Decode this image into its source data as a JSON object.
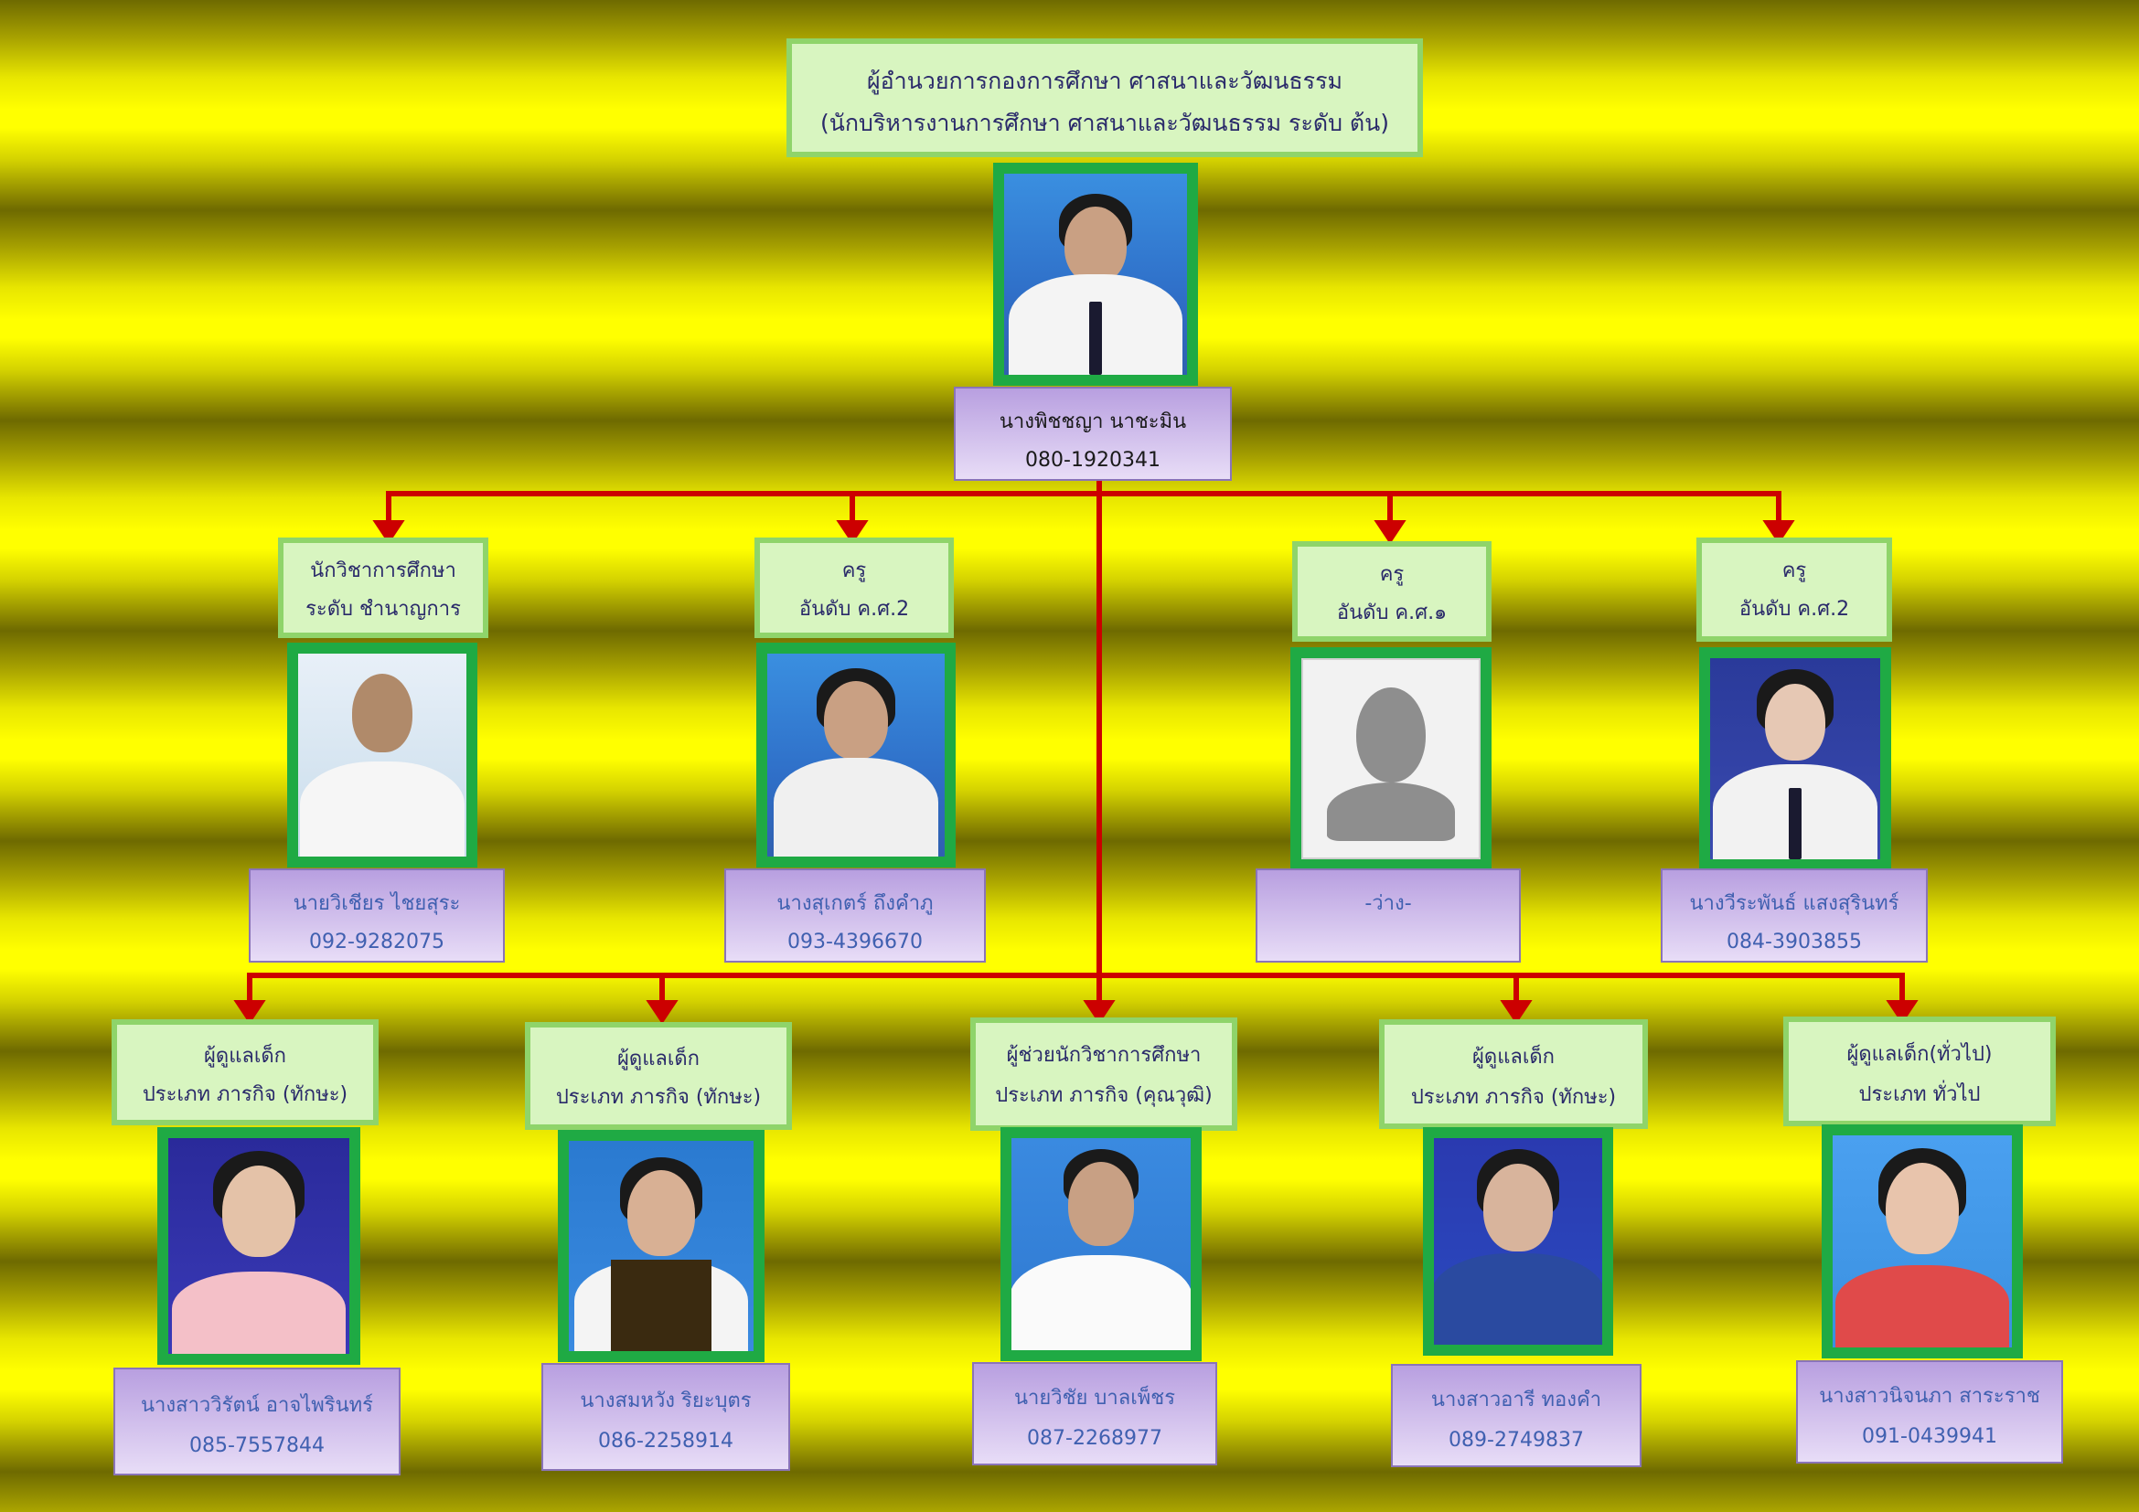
{
  "director": {
    "title_line1": "ผู้อำนวยการกองการศึกษา  ศาสนาและวัฒนธรรม",
    "title_line2": "(นักบริหารงานการศึกษา ศาสนาและวัฒนธรรม  ระดับ  ต้น)",
    "name": "นางพิชชญา   นาชะมิน",
    "phone": "080-1920341"
  },
  "row1": [
    {
      "title_line1": "นักวิชาการศึกษา",
      "title_line2": "ระดับ ชำนาญการ",
      "name": "นายวิเชียร   ไชยสุระ",
      "phone": "092-9282075"
    },
    {
      "title_line1": "ครู",
      "title_line2": "อันดับ ค.ศ.2",
      "name": "นางสุเกตร์   ถึงคำภู",
      "phone": "093-4396670"
    },
    {
      "title_line1": "ครู",
      "title_line2": "อันดับ ค.ศ.๑",
      "name": "-ว่าง-",
      "phone": ""
    },
    {
      "title_line1": "ครู",
      "title_line2": "อันดับ ค.ศ.2",
      "name": "นางวีระพันธ์  แสงสุรินทร์",
      "phone": "084-3903855"
    }
  ],
  "row2": [
    {
      "title_line1": "ผู้ดูแลเด็ก",
      "title_line2": "ประเภท ภารกิจ  (ทักษะ)",
      "name": "นางสาววิรัตน์   อาจไพรินทร์",
      "phone": "085-7557844"
    },
    {
      "title_line1": "ผู้ดูแลเด็ก",
      "title_line2": "ประเภท ภารกิจ  (ทักษะ)",
      "name": "นางสมหวัง  ริยะบุตร",
      "phone": "086-2258914"
    },
    {
      "title_line1": "ผู้ช่วยนักวิชาการศึกษา",
      "title_line2": "ประเภท ภารกิจ  (คุณวุฒิ)",
      "name": "นายวิชัย  บาลเพ็ชร",
      "phone": "087-2268977"
    },
    {
      "title_line1": "ผู้ดูแลเด็ก",
      "title_line2": "ประเภท ภารกิจ  (ทักษะ)",
      "name": "นางสาวอารี  ทองคำ",
      "phone": "089-2749837"
    },
    {
      "title_line1": "ผู้ดูแลเด็ก(ทั่วไป)",
      "title_line2": "ประเภท ทั่วไป",
      "name": "นางสาวนิจนภา  สาระราช",
      "phone": "091-0439941"
    }
  ],
  "colors": {
    "connector": "#cc0000",
    "title_bg": "#d8f5c0",
    "frame": "#1faa44"
  }
}
